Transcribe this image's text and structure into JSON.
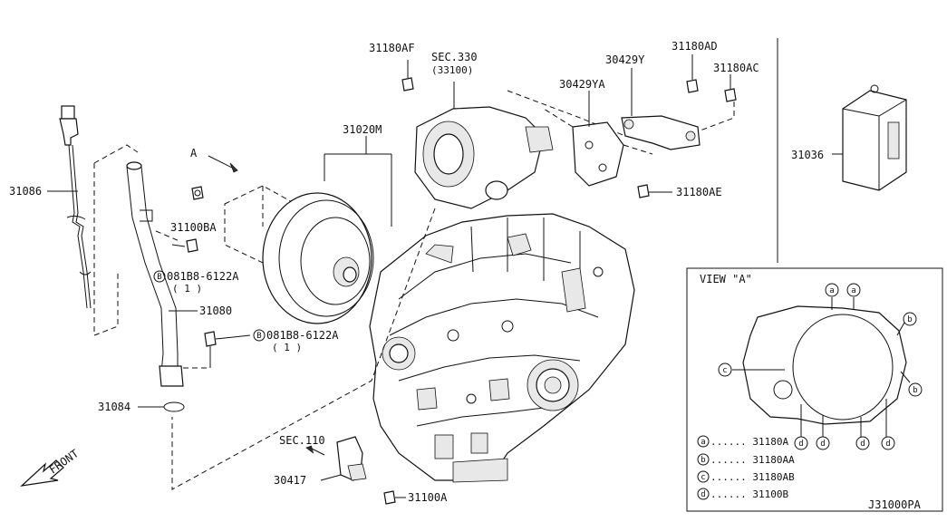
{
  "callouts": {
    "p31180AF": "31180AF",
    "sec330": "SEC.330",
    "sec330_sub": "(33100)",
    "p31180AD": "31180AD",
    "p30429Y": "30429Y",
    "p30429YA": "30429YA",
    "p31180AC": "31180AC",
    "p31020M": "31020M",
    "p31036": "31036",
    "p31086": "31086",
    "arrowA": "A",
    "p31100BA": "31100BA",
    "p31180AE": "31180AE",
    "bolt1": "081B8-6122A",
    "bolt1_qty": "( 1 )",
    "bolt_prefix": "B",
    "p31080": "31080",
    "bolt2": "081B8-6122A",
    "bolt2_qty": "( 1 )",
    "p31084": "31084",
    "sec110": "SEC.110",
    "p30417": "30417",
    "p31100A": "31100A",
    "front": "FRONT",
    "diagram_id": "J31000PA"
  },
  "view_a": {
    "title": "VIEW \"A\"",
    "markers": {
      "a": "a",
      "b": "b",
      "c": "c",
      "d": "d"
    },
    "legend": [
      {
        "key": "a",
        "label": "...... 31180A"
      },
      {
        "key": "b",
        "label": "...... 31180AA"
      },
      {
        "key": "c",
        "label": "...... 31180AB"
      },
      {
        "key": "d",
        "label": "...... 31100B"
      }
    ]
  }
}
